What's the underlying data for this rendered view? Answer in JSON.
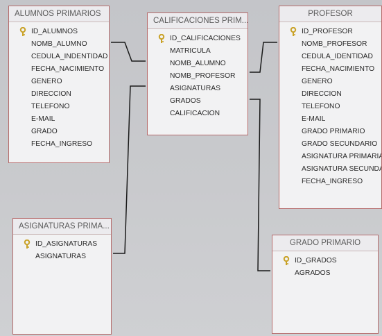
{
  "tables": {
    "alumnos": {
      "title": "ALUMNOS PRIMARIOS",
      "fields": [
        "ID_ALUMNOS",
        "NOMB_ALUMNO",
        "CEDULA_INDENTIDAD",
        "FECHA_NACIMIENTO",
        "GENERO",
        "DIRECCION",
        "TELEFONO",
        "E-MAIL",
        "GRADO",
        "FECHA_INGRESO"
      ]
    },
    "calificaciones": {
      "title": "CALIFICACIONES PRIM...",
      "fields": [
        "ID_CALIFICACIONES",
        "MATRICULA",
        "NOMB_ALUMNO",
        "NOMB_PROFESOR",
        "ASIGNATURAS",
        "GRADOS",
        "CALIFICACION"
      ]
    },
    "profesor": {
      "title": "PROFESOR",
      "fields": [
        "ID_PROFESOR",
        "NOMB_PROFESOR",
        "CEDULA_IDENTIDAD",
        "FECHA_NACIMIENTO",
        "GENERO",
        "DIRECCION",
        "TELEFONO",
        "E-MAIL",
        "GRADO PRIMARIO",
        "GRADO SECUNDARIO",
        "ASIGNATURA PRIMARIA",
        "ASIGNATURA SECUNDARIA",
        "FECHA_INGRESO"
      ]
    },
    "asignaturas": {
      "title": "ASIGNATURAS PRIMA...",
      "fields": [
        "ID_ASIGNATURAS",
        "ASIGNATURAS"
      ]
    },
    "grado": {
      "title": "GRADO PRIMARIO",
      "fields": [
        "ID_GRADOS",
        "AGRADOS"
      ]
    }
  },
  "colors": {
    "border": "#b56a6a",
    "key": "#c9a227",
    "line": "#1a1a1a"
  }
}
